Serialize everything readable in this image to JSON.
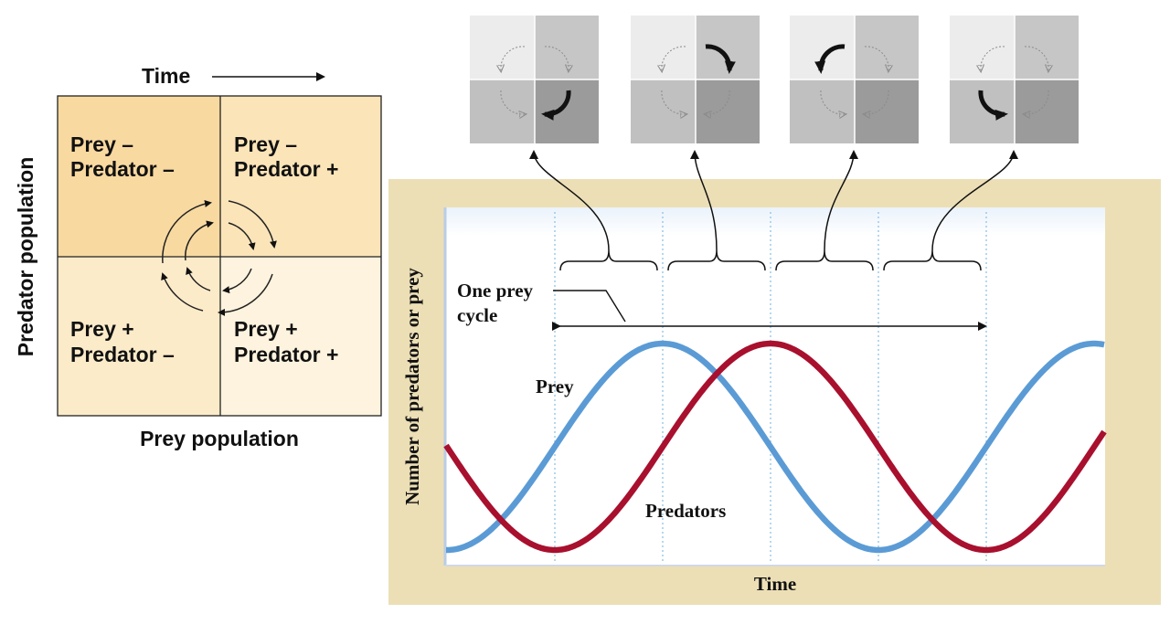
{
  "phase_diagram": {
    "time_label": "Time",
    "y_axis_label": "Predator population",
    "x_axis_label": "Prey population",
    "quadrants": {
      "top_left": [
        "Prey –",
        "Predator –"
      ],
      "top_right": [
        "Prey –",
        "Predator +"
      ],
      "bottom_left": [
        "Prey +",
        "Predator –"
      ],
      "bottom_right": [
        "Prey +",
        "Predator +"
      ]
    },
    "colors": {
      "top_left": "#f8d9a0",
      "top_right": "#fbe4b8",
      "bottom_left": "#fcebc9",
      "bottom_right": "#fdf3de"
    }
  },
  "cycle_thumbnails": [
    {
      "highlighted_quadrant": "bottom-right"
    },
    {
      "highlighted_quadrant": "top-right"
    },
    {
      "highlighted_quadrant": "top-left"
    },
    {
      "highlighted_quadrant": "bottom-left"
    }
  ],
  "chart": {
    "y_axis_label": "Number of predators or prey",
    "x_axis_label": "Time",
    "annotation": [
      "One prey",
      "cycle"
    ],
    "prey_label": "Prey",
    "predators_label": "Predators",
    "frame_color": "#ecdfb6",
    "prey_color": "#5b9bd5",
    "predator_color": "#a8102e"
  },
  "chart_data": {
    "type": "line",
    "title": "",
    "xlabel": "Time",
    "ylabel": "Number of predators or prey",
    "x": [
      0,
      0.125,
      0.25,
      0.375,
      0.5,
      0.625,
      0.75,
      0.875,
      1.0,
      1.125,
      1.25,
      1.375,
      1.5,
      1.625,
      1.75,
      1.875,
      2.0,
      2.125,
      2.25,
      2.375,
      2.5,
      2.625,
      2.75,
      2.875,
      3.0,
      3.125,
      3.25,
      3.375,
      3.5,
      3.625,
      3.75,
      3.875,
      4.0,
      4.125,
      4.25,
      4.375,
      4.5,
      4.625,
      4.75,
      4.875,
      5.0,
      5.125,
      5.25,
      5.375,
      5.5,
      5.625,
      5.75,
      5.875,
      6.0
    ],
    "series": [
      {
        "name": "Prey",
        "period": 4,
        "peak_x": 2,
        "trough_x": 0,
        "min": 0,
        "max": 1
      },
      {
        "name": "Predators",
        "period": 4,
        "peak_x": 3,
        "trough_x": 1,
        "min": 0,
        "max": 1
      }
    ]
  }
}
